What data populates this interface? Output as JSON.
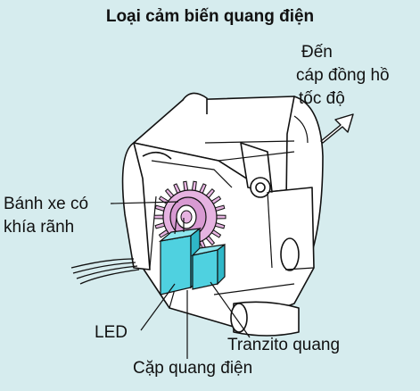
{
  "title": "Loại cảm biến quang điện",
  "destination": {
    "line1": "Đến",
    "line2": "cáp đồng hồ",
    "line3": "tốc độ"
  },
  "labels": {
    "slotted_wheel_line1": "Bánh xe có",
    "slotted_wheel_line2": "khía rãnh",
    "led": "LED",
    "phototransistor": "Tranzito quang",
    "photocoupler": "Cặp quang điện"
  },
  "colors": {
    "background": "#d6ecee",
    "wheel": "#e6b3e1",
    "photocoupler": "#4fd1e0",
    "line": "#111111"
  },
  "icons": {
    "direction_arrow": "outline-arrow-upper-right-icon"
  }
}
